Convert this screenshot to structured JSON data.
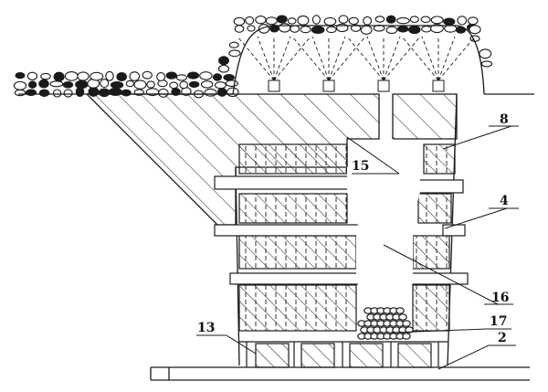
{
  "colors": {
    "ink": "#1a1a1a",
    "paper": "#ffffff",
    "rock_fill": "#f2f2f2"
  },
  "labels": {
    "l8": "8",
    "l15": "15",
    "l4": "4",
    "l16": "16",
    "l13": "13",
    "l17": "17",
    "l2": "2"
  }
}
